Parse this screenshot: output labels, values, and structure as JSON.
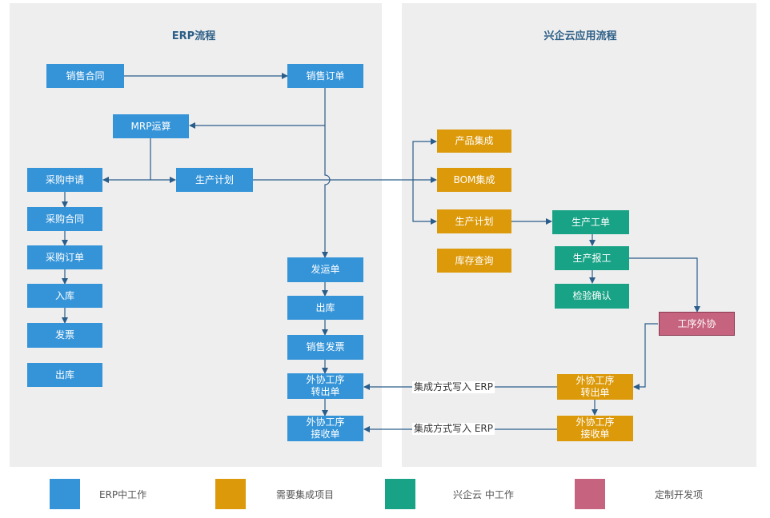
{
  "panels": {
    "left_title": "ERP流程",
    "right_title": "兴企云应用流程"
  },
  "nodes": {
    "xsht": "销售合同",
    "xsdd": "销售订单",
    "mrp": "MRP运算",
    "cgsq": "采购申请",
    "scjh_l": "生产计划",
    "cght": "采购合同",
    "cgdd": "采购订单",
    "rk": "入库",
    "fp": "发票",
    "ck_l": "出库",
    "fyd": "发运单",
    "ck_m": "出库",
    "xsfp": "销售发票",
    "wxck_erp": "外协工序\n转出单",
    "wxjs_erp": "外协工序\n接收单",
    "cpjc": "产品集成",
    "bomjc": "BOM集成",
    "scjh_r": "生产计划",
    "kccx": "库存查询",
    "scgd": "生产工单",
    "scbg": "生产报工",
    "jyqr": "检验确认",
    "gxwx": "工序外协",
    "wxck_r": "外协工序\n转出单",
    "wxjs_r": "外协工序\n接收单"
  },
  "edge_labels": {
    "write1": "集成方式写入 ERP",
    "write2": "集成方式写入 ERP"
  },
  "legend": [
    {
      "label": "ERP中工作",
      "color": "#3594d8"
    },
    {
      "label": "需要集成项目",
      "color": "#dc9a0b"
    },
    {
      "label": "兴企云 中工作",
      "color": "#19a386"
    },
    {
      "label": "定制开发项",
      "color": "#c6637f"
    }
  ]
}
